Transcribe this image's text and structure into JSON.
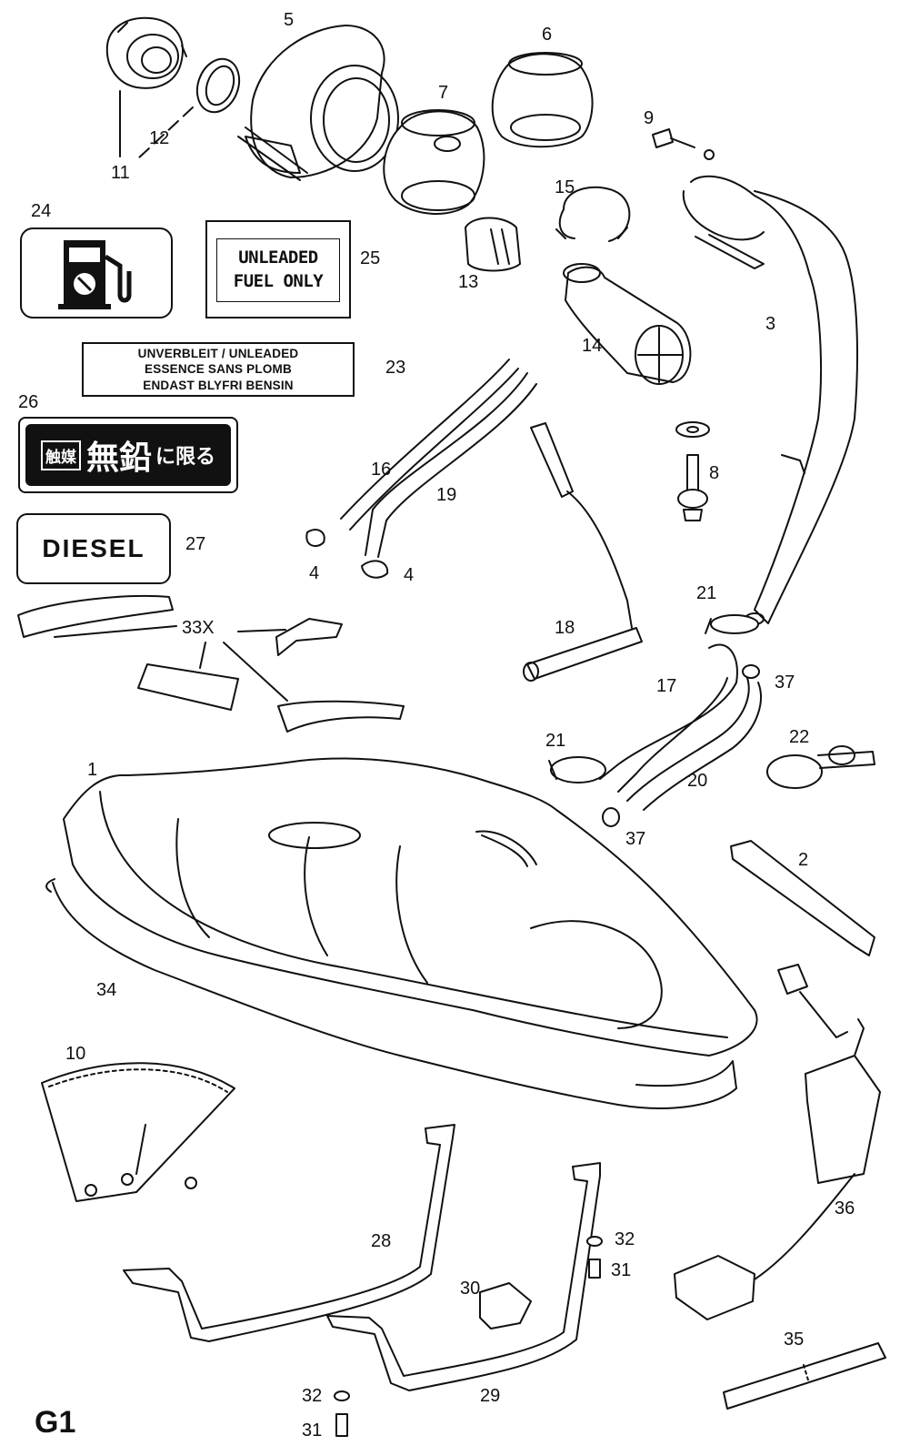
{
  "sheet_id": "G1",
  "callouts": [
    "1",
    "2",
    "3",
    "4",
    "4",
    "5",
    "6",
    "7",
    "8",
    "9",
    "10",
    "11",
    "12",
    "13",
    "14",
    "15",
    "16",
    "17",
    "18",
    "19",
    "20",
    "21",
    "21",
    "22",
    "23",
    "24",
    "25",
    "26",
    "27",
    "28",
    "29",
    "30",
    "31",
    "31",
    "32",
    "32",
    "33X",
    "34",
    "35",
    "36",
    "37",
    "37"
  ],
  "labels": {
    "unleaded_fuel_only": [
      "UNLEADED",
      "FUEL ONLY"
    ],
    "multilingual": [
      "UNVERBLEIT / UNLEADED",
      "ESSENCE SANS PLOMB",
      "ENDAST BLYFRI BENSIN"
    ],
    "japanese": {
      "small": "触媒",
      "big": "無鉛",
      "rest": "に限る"
    },
    "diesel": "DIESEL"
  }
}
